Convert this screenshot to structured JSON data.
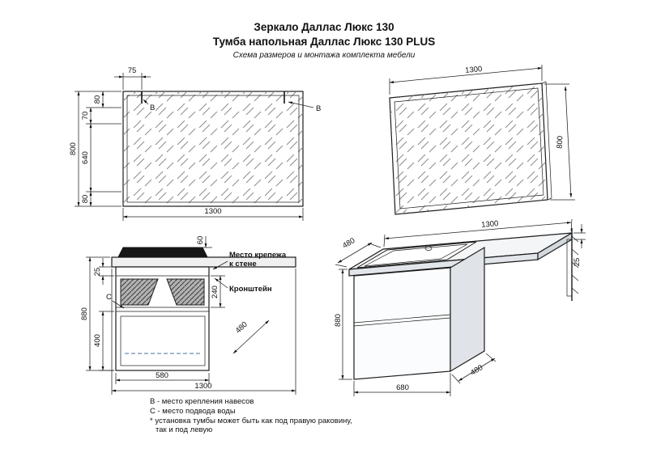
{
  "title": {
    "line1": "Зеркало Даллас Люкс 130",
    "line2": "Тумба напольная Даллас Люкс 130 PLUS",
    "subtitle": "Схема размеров и монтажа комплекта мебели"
  },
  "mirror_front": {
    "offset_75": "75",
    "top_80": "80",
    "hanger_70": "70",
    "mid_640": "640",
    "bottom_80": "80",
    "height_800": "800",
    "width_1300": "1300",
    "hanger_b_left": "В",
    "hanger_b_right": "В"
  },
  "mirror_persp": {
    "width_1300": "1300",
    "height_800": "800"
  },
  "cabinet_front": {
    "sink_60": "60",
    "rail_25": "25",
    "upper_240": "240",
    "lower_400": "400",
    "height_880": "880",
    "body_580": "580",
    "width_1300": "1300",
    "depth_480": "480",
    "water_c": "С",
    "mount_line1": "Место крепежа",
    "mount_line2": "к стене",
    "bracket": "Кронштейн"
  },
  "cabinet_persp": {
    "depth_480_top": "480",
    "width_1300": "1300",
    "height_880": "880",
    "body_680": "680",
    "depth_480_bottom": "480",
    "top_25": "25"
  },
  "notes": {
    "b": "В - место крепления навесов",
    "c": "С - место подвода воды",
    "asterisk_1": "* установка тумбы может быть как под правую раковину,",
    "asterisk_2": "так и под левую"
  }
}
